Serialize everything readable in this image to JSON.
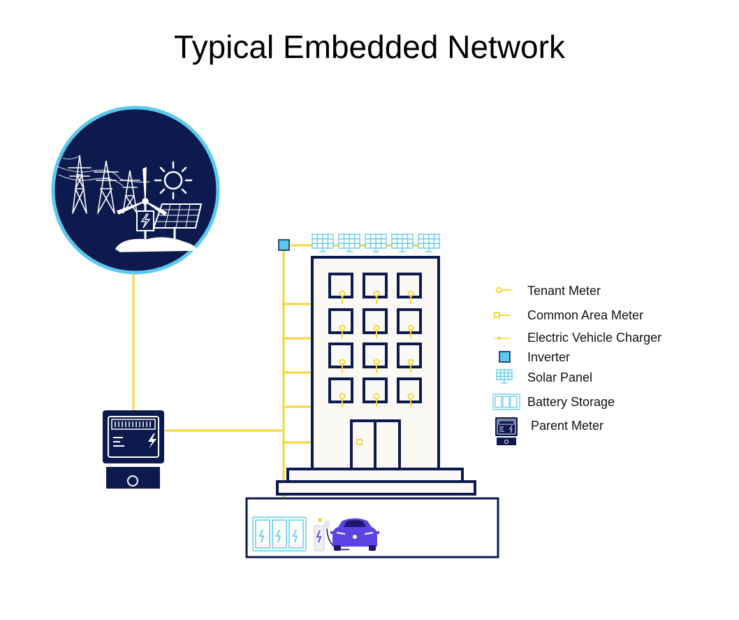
{
  "title": "Typical Embedded Network",
  "colors": {
    "navy": "#0d1a4d",
    "wire": "#f5d63a",
    "sky": "#5bc8f0",
    "ev": "#5a43e0",
    "building_fill": "#fbf9f6"
  },
  "icons": {
    "grid": "grid-supply-icon",
    "parent_meter": "parent-meter-icon",
    "inverter": "inverter-icon",
    "solar": "solar-panel-icon",
    "battery": "battery-storage-icon",
    "ev_charger": "ev-charger-icon",
    "car": "electric-car-icon"
  },
  "legend": [
    {
      "key": "tenant",
      "label": "Tenant Meter",
      "icon": "tenant-meter-icon"
    },
    {
      "key": "common",
      "label": "Common Area Meter",
      "icon": "common-area-meter-icon"
    },
    {
      "key": "ev",
      "label": "Electric Vehicle Charger",
      "icon": "ev-charger-symbol-icon"
    },
    {
      "key": "inverter",
      "label": "Inverter",
      "icon": "inverter-icon"
    },
    {
      "key": "solar",
      "label": "Solar Panel",
      "icon": "solar-panel-icon"
    },
    {
      "key": "battery",
      "label": "Battery Storage",
      "icon": "battery-storage-icon"
    },
    {
      "key": "parent",
      "label": "Parent Meter",
      "icon": "parent-meter-icon"
    }
  ]
}
